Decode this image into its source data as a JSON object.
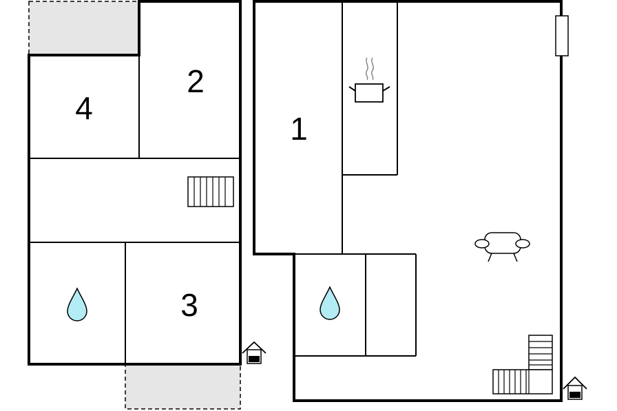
{
  "rooms": {
    "room_1": "1",
    "room_2": "2",
    "room_3": "3",
    "room_4": "4"
  },
  "colors": {
    "wall": "#000000",
    "terrace": "#e6e6e6",
    "water_drop": "#b3ecf5",
    "background": "#ffffff"
  },
  "icons": [
    "water-drop-icon",
    "cooking-pot-icon",
    "sofa-icon",
    "stairs-icon",
    "house-entrance-icon",
    "window-icon"
  ]
}
